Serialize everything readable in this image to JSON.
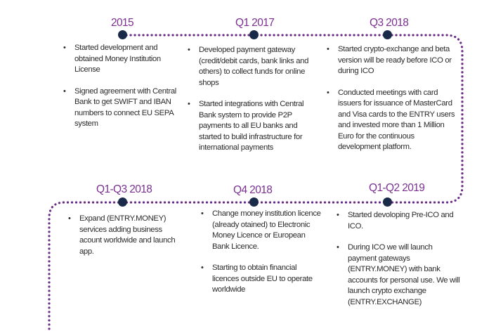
{
  "colors": {
    "path": "#6b2d86",
    "milestone": "#1a2b4a",
    "label": "#7a2f91",
    "text": "#2b2b2b"
  },
  "milestones": [
    {
      "label": "2015",
      "items": [
        "Started development and obtained Money Institution License",
        "Signed agreement with Central Bank to get SWIFT and IBAN numbers to connect EU SEPA system"
      ]
    },
    {
      "label": "Q1 2017",
      "items": [
        "Developed payment gateway (credit/debit cards, bank links and others) to collect funds for online shops",
        "Started integrations with Central Bank system to provide P2P payments to all EU banks and started to build infrastructure for international payments"
      ]
    },
    {
      "label": "Q3 2018",
      "items": [
        "Started crypto-exchange and beta version will be ready before ICO or during ICO",
        "Conducted meetings with card issuers for issuance of MasterCard and Visa cards to the ENTRY users and invested more than 1 Million Euro for the continuous development platform."
      ]
    },
    {
      "label": "Q1-Q3 2018",
      "items": [
        "Expand (ENTRY.MONEY) services adding business acount worldwide and launch app."
      ]
    },
    {
      "label": "Q4 2018",
      "items": [
        "Change money institution licence (already otained) to Electronic Money Licence or European Bank Licence.",
        "Starting to obtain financial licences outside EU to operate worldwide"
      ]
    },
    {
      "label": "Q1-Q2 2019",
      "items": [
        "Started devoloping Pre-ICO and ICO.",
        "During ICO we will launch payment gateways (ENTRY.MONEY) with bank accounts for personal use. We will launch crypto exchange (ENTRY.EXCHANGE)"
      ]
    }
  ]
}
